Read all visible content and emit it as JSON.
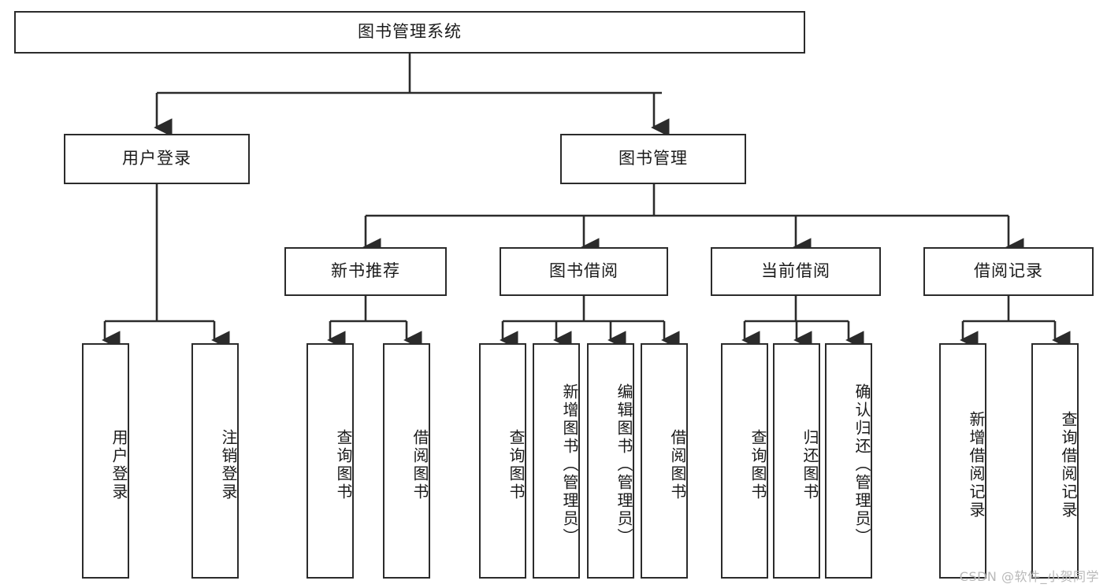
{
  "diagram": {
    "title": "图书管理系统",
    "type": "tree-hierarchy-diagram",
    "watermark": "CSDN @软件_小贺同学",
    "colors": {
      "background": "#ffffff",
      "box_border": "#2b2b2b",
      "box_fill": "#ffffff",
      "edge": "#2b2b2b",
      "text": "#1a1a1a",
      "watermark_text": "#b9b9b9"
    },
    "levels": {
      "level1": "根节点",
      "level2": "模块",
      "level3": "子模块",
      "level4": "功能"
    },
    "nodes": {
      "root": {
        "id": "root",
        "label": "图书管理系统",
        "orientation": "horizontal"
      },
      "level2": [
        {
          "id": "user-login",
          "label": "用户登录",
          "orientation": "horizontal"
        },
        {
          "id": "book-manage",
          "label": "图书管理",
          "orientation": "horizontal"
        }
      ],
      "level3": [
        {
          "id": "new-book-recommend",
          "label": "新书推荐",
          "orientation": "horizontal",
          "parent": "book-manage"
        },
        {
          "id": "book-borrow",
          "label": "图书借阅",
          "orientation": "horizontal",
          "parent": "book-manage"
        },
        {
          "id": "current-borrow",
          "label": "当前借阅",
          "orientation": "horizontal",
          "parent": "book-manage"
        },
        {
          "id": "borrow-record",
          "label": "借阅记录",
          "orientation": "horizontal",
          "parent": "book-manage"
        }
      ],
      "leaves": [
        {
          "id": "leaf-user-login",
          "label": "用户登录",
          "orientation": "vertical",
          "parent": "user-login"
        },
        {
          "id": "leaf-logout-login",
          "label": "注销登录",
          "orientation": "vertical",
          "parent": "user-login"
        },
        {
          "id": "leaf-query-book-1",
          "label": "查询图书",
          "orientation": "vertical",
          "parent": "new-book-recommend"
        },
        {
          "id": "leaf-borrow-book-1",
          "label": "借阅图书",
          "orientation": "vertical",
          "parent": "new-book-recommend"
        },
        {
          "id": "leaf-query-book-2",
          "label": "查询图书",
          "orientation": "vertical",
          "parent": "book-borrow"
        },
        {
          "id": "leaf-add-book",
          "label": "新增图书（管理员）",
          "orientation": "vertical",
          "parent": "book-borrow"
        },
        {
          "id": "leaf-edit-book",
          "label": "编辑图书（管理员）",
          "orientation": "vertical",
          "parent": "book-borrow"
        },
        {
          "id": "leaf-borrow-book-2",
          "label": "借阅图书",
          "orientation": "vertical",
          "parent": "book-borrow"
        },
        {
          "id": "leaf-query-book-3",
          "label": "查询图书",
          "orientation": "vertical",
          "parent": "current-borrow"
        },
        {
          "id": "leaf-return-book",
          "label": "归还图书",
          "orientation": "vertical",
          "parent": "current-borrow"
        },
        {
          "id": "leaf-confirm-return",
          "label": "确认归还（管理员）",
          "orientation": "vertical",
          "parent": "current-borrow"
        },
        {
          "id": "leaf-add-record",
          "label": "新增借阅记录",
          "orientation": "vertical",
          "parent": "borrow-record"
        },
        {
          "id": "leaf-query-record",
          "label": "查询借阅记录",
          "orientation": "vertical",
          "parent": "borrow-record"
        }
      ]
    }
  }
}
